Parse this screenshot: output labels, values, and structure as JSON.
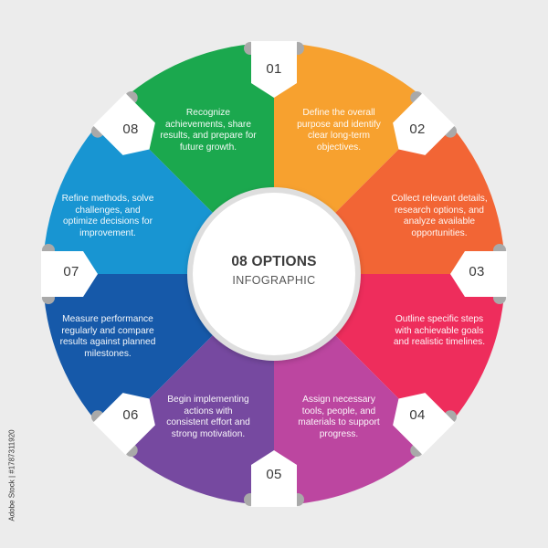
{
  "center": {
    "title": "08 OPTIONS",
    "subtitle": "INFOGRAPHIC"
  },
  "options": [
    {
      "number": "01",
      "text_lines": [
        "Define the overall",
        "purpose and identify",
        "clear long-term",
        "objectives."
      ],
      "text": "Define the overall purpose and identify clear long-term objectives.",
      "color": "#f7a12f"
    },
    {
      "number": "02",
      "text_lines": [
        "Collect relevant details,",
        "research options, and",
        "analyze available",
        "opportunities."
      ],
      "text": "Collect relevant details, research options, and analyze available opportunities.",
      "color": "#f26535"
    },
    {
      "number": "03",
      "text_lines": [
        "Outline specific steps",
        "with achievable goals",
        "and realistic timelines."
      ],
      "text": "Outline specific steps with achievable goals and realistic timelines.",
      "color": "#ee2d5c"
    },
    {
      "number": "04",
      "text_lines": [
        "Assign necessary",
        "tools, people, and",
        "materials to support",
        "progress."
      ],
      "text": "Assign necessary tools, people, and materials to support progress.",
      "color": "#bc46a0"
    },
    {
      "number": "05",
      "text_lines": [
        "Begin implementing",
        "actions with",
        "consistent effort and",
        "strong motivation."
      ],
      "text": "Begin implementing actions with consistent effort and strong motivation.",
      "color": "#7649a0"
    },
    {
      "number": "06",
      "text_lines": [
        "Measure performance",
        "regularly and compare",
        "results against planned",
        "milestones."
      ],
      "text": "Measure performance regularly and compare results against planned milestones.",
      "color": "#1659a9"
    },
    {
      "number": "07",
      "text_lines": [
        "Refine methods, solve",
        "challenges, and",
        "optimize decisions for",
        "improvement."
      ],
      "text": "Refine methods, solve challenges, and optimize decisions for improvement.",
      "color": "#1895d2"
    },
    {
      "number": "08",
      "text_lines": [
        "Recognize",
        "achievements, share",
        "results, and prepare for",
        "future growth."
      ],
      "text": "Recognize achievements, share results, and prepare for future growth.",
      "color": "#1ba84e"
    }
  ],
  "colors": {
    "background": "#ececec",
    "tab_fill": "#ffffff",
    "nub": "#a9a9a9",
    "center_fill": "#ffffff",
    "center_ring": "#dcdcdc"
  },
  "credit": "Adobe Stock | #1787311920"
}
